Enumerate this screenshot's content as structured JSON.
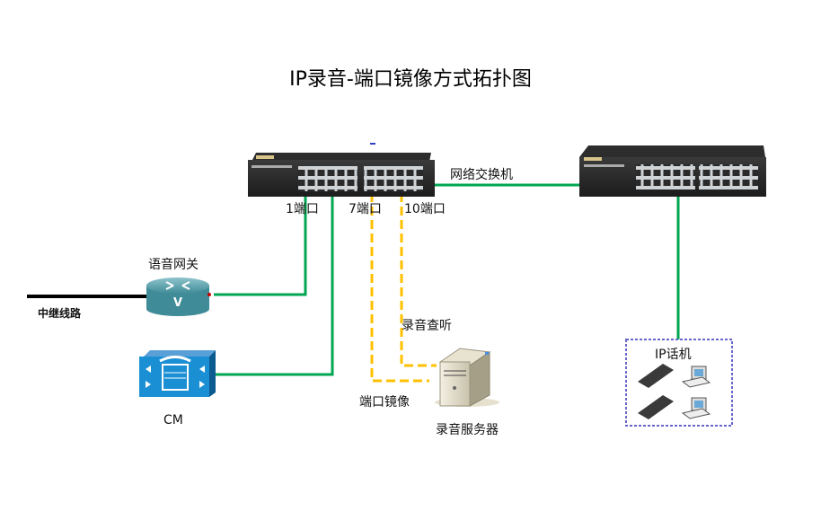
{
  "title": "IP录音-端口镜像方式拓扑图",
  "colors": {
    "link_green": "#00a651",
    "mirror_orange": "#ffc000",
    "trunk_black": "#000000",
    "ip_phone_box_border": "#6666cc"
  },
  "nodes": {
    "switch_left": {
      "label": "",
      "icon": "network-switch-icon"
    },
    "switch_right": {
      "label": "",
      "icon": "network-switch-icon"
    },
    "switch_link_label": "网络交换机",
    "voice_gateway": {
      "label": "语音网关",
      "icon": "router-icon"
    },
    "trunk_line": {
      "label": "中继线路"
    },
    "cm": {
      "label": "CM",
      "icon": "call-manager-icon"
    },
    "recording_server": {
      "label": "录音服务器",
      "icon": "server-icon"
    },
    "ip_phones": {
      "label": "IP话机",
      "icon": "ip-phone-icon"
    }
  },
  "ports": [
    {
      "label": "1端口"
    },
    {
      "label": "7端口"
    },
    {
      "label": "10端口"
    }
  ],
  "links": {
    "port_mirror_label": "端口镜像",
    "recording_listen_label": "录音查听"
  }
}
